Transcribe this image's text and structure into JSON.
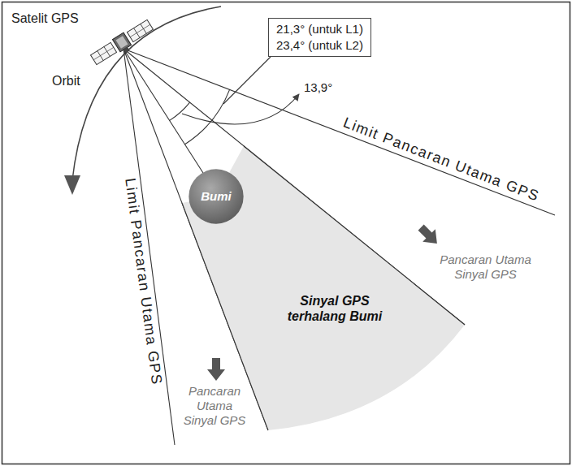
{
  "diagram": {
    "nodes": [
      {
        "text": [
          "21,3° (untuk L1)",
          "23,4° (untuk L2)"
        ]
      },
      {
        "text": [
          "Bumi"
        ]
      },
      {
        "text": [
          "Sinyal GPS terhalang Bumi"
        ]
      }
    ],
    "labels": [
      "Satelit GPS",
      "13,9°",
      "Orbit",
      "Limit Pancaran Utama GPS",
      "Limit Pancaran Utama GPS",
      "Pancaran Utama Sinyal GPS",
      "Pancaran Utama Sinyal GPS"
    ]
  }
}
